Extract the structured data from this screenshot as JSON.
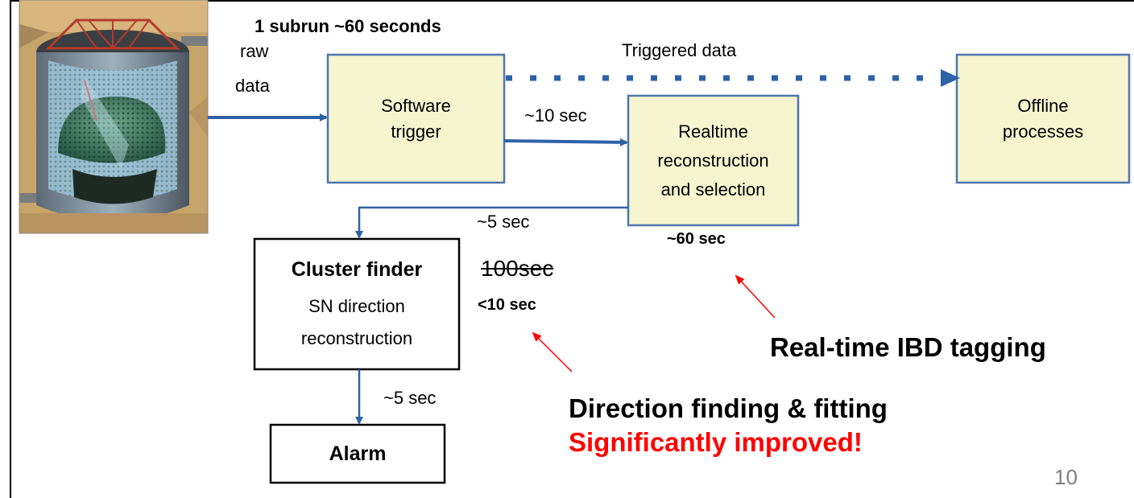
{
  "detector": {
    "image": "super-kamiokande-detector-cutaway"
  },
  "header": {
    "subrun": "1 subrun ~60 seconds"
  },
  "labels": {
    "raw_data": [
      "raw",
      "data"
    ],
    "triggered_data": "Triggered data",
    "to_realtime": "~10 sec",
    "to_cluster": "~5 sec",
    "to_alarm": "~5 sec",
    "realtime_time": "~60 sec",
    "old_time": "100sec",
    "new_time": "<10 sec"
  },
  "boxes": {
    "software_trigger": [
      "Software",
      "trigger"
    ],
    "realtime": [
      "Realtime",
      "reconstruction",
      "and selection"
    ],
    "offline": [
      "Offline",
      "processes"
    ],
    "cluster_title": "Cluster finder",
    "cluster_sub": [
      "SN direction",
      "reconstruction"
    ],
    "alarm": "Alarm"
  },
  "annotations": {
    "ibd": "Real-time IBD tagging",
    "direction": "Direction finding & fitting",
    "improved": "Significantly improved!"
  },
  "page_number": "10",
  "colors": {
    "box_fill": "#f6f5cf",
    "box_border": "#4f75b0",
    "arrow": "#2e62a6",
    "red": "#ff0000"
  }
}
